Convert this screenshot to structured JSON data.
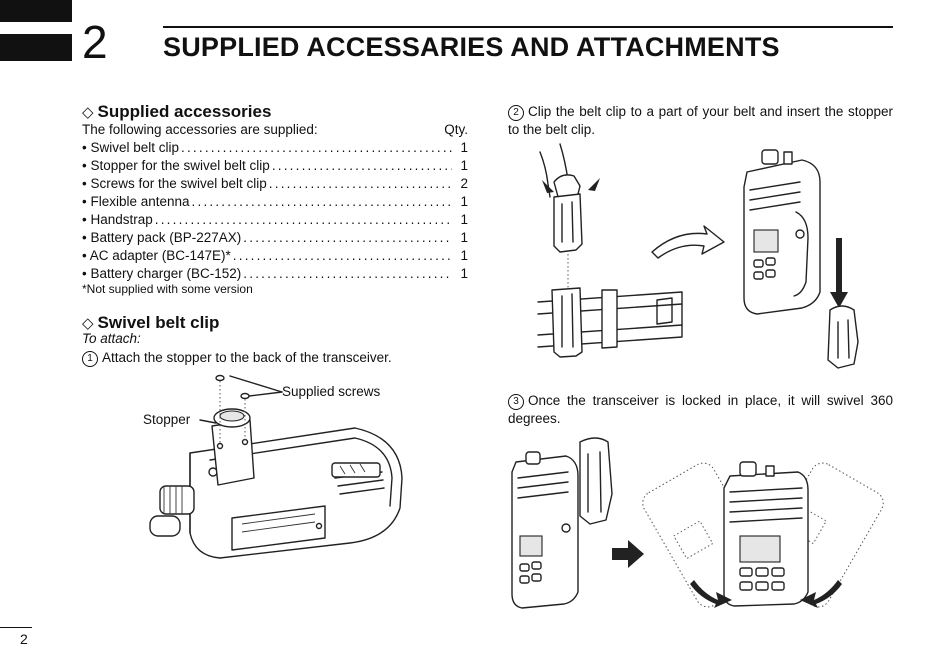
{
  "chapter": {
    "number": "2",
    "title": "SUPPLIED ACCESSARIES AND ATTACHMENTS"
  },
  "supplied": {
    "heading": "Supplied accessories",
    "intro": "The following accessories are supplied:",
    "qty_header": "Qty.",
    "items": [
      {
        "name": "• Swivel belt clip",
        "qty": "1"
      },
      {
        "name": "• Stopper for the swivel belt clip",
        "qty": "1"
      },
      {
        "name": "• Screws for the swivel belt clip",
        "qty": "2"
      },
      {
        "name": "• Flexible antenna",
        "qty": "1"
      },
      {
        "name": "• Handstrap",
        "qty": "1"
      },
      {
        "name": "• Battery pack (BP-227AX)",
        "qty": "1"
      },
      {
        "name": "• AC adapter (BC-147E)*",
        "qty": "1"
      },
      {
        "name": "• Battery charger (BC-152)",
        "qty": "1"
      }
    ],
    "note": "*Not supplied with some version"
  },
  "swivel": {
    "heading": "Swivel belt clip",
    "to_attach": "To attach:",
    "steps": [
      {
        "num": "1",
        "text": "Attach the stopper to the back of the transceiver."
      },
      {
        "num": "2",
        "text": "Clip the belt clip to a part of your belt and insert the stopper to the belt clip."
      },
      {
        "num": "3",
        "text": "Once the transceiver is locked in place, it will swivel 360 degrees."
      }
    ],
    "callouts": {
      "screws": "Supplied screws",
      "stopper": "Stopper"
    }
  },
  "icons": {
    "section_marker": "diamond-outline-icon"
  },
  "page": {
    "number": "2"
  }
}
